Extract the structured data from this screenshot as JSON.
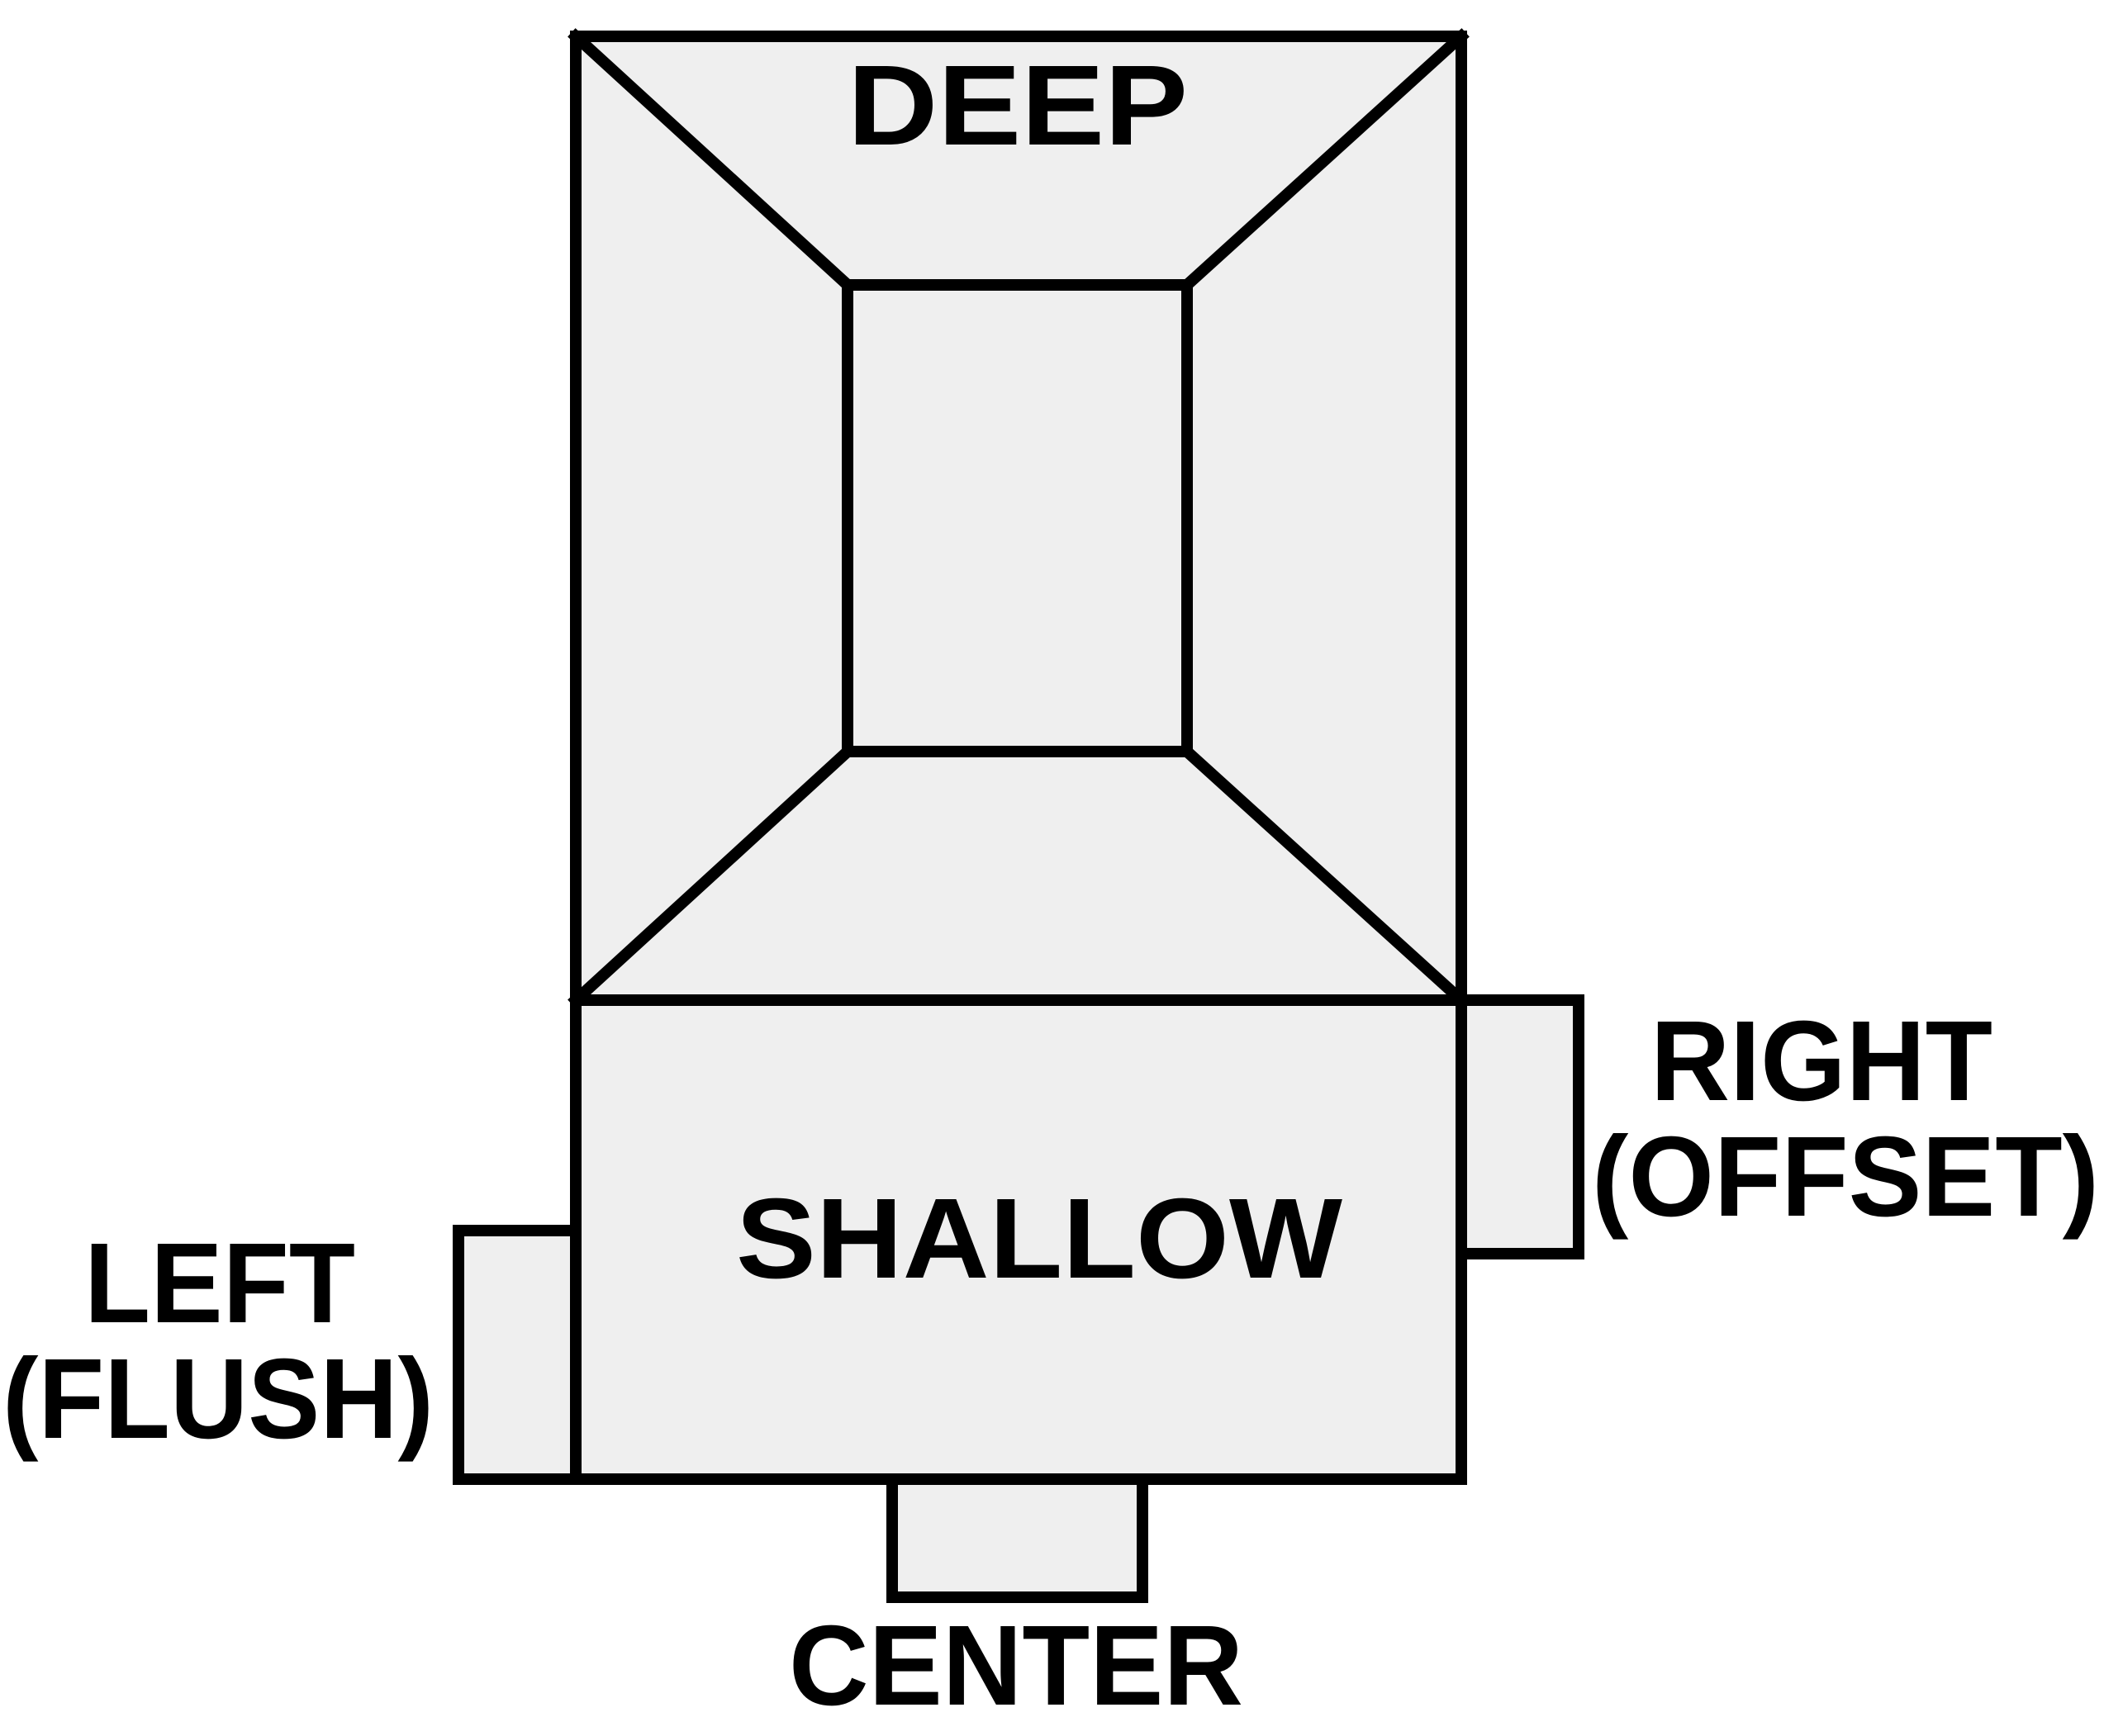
{
  "colors": {
    "fill": "#efefef",
    "stroke": "#000000",
    "text": "#000000"
  },
  "labels": {
    "deep": "DEEP",
    "shallow": "SHALLOW",
    "left_line1": "LEFT",
    "left_line2": "(FLUSH)",
    "right_line1": "RIGHT",
    "right_line2": "(OFFSET)",
    "center": "CENTER"
  }
}
